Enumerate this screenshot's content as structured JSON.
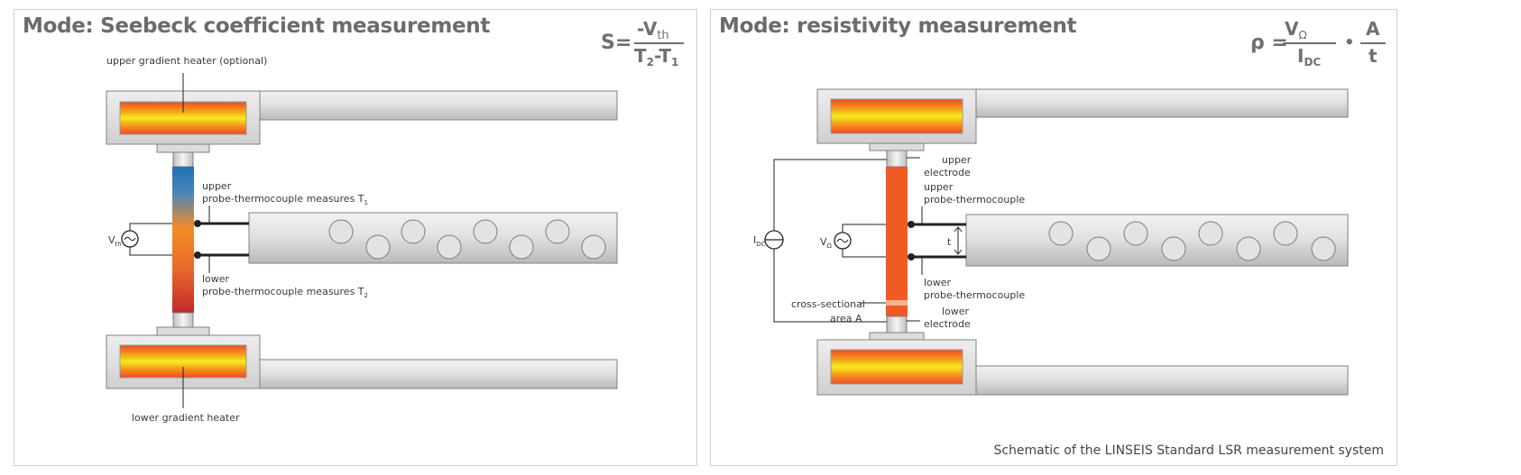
{
  "seebeck": {
    "title": "Mode: Seebeck coefficient measurement",
    "formula": {
      "lhs": "S=",
      "numerator": "-V",
      "numerator_sub": "th",
      "denominator": "T",
      "den_sub1": "2",
      "minus": "-T",
      "den_sub2": "1"
    },
    "labels": {
      "upper_heater": "upper gradient heater (optional)",
      "lower_heater": "lower gradient heater",
      "upper_tc_line1": "upper",
      "upper_tc_line2": "probe-thermocouple measures T",
      "upper_tc_sub": "1",
      "lower_tc_line1": "lower",
      "lower_tc_line2": "probe-thermocouple measures T",
      "lower_tc_sub": "2",
      "voltmeter": "V",
      "voltmeter_sub": "th"
    }
  },
  "resistivity": {
    "title": "Mode: resistivity measurement",
    "formula": {
      "rho": "ρ =",
      "numerator": "V",
      "numerator_sub": "Ω",
      "denominator": "I",
      "denominator_sub": "DC",
      "dot": "•",
      "frac2_num": "A",
      "frac2_den": "t"
    },
    "labels": {
      "upper_electrode_1": "upper",
      "upper_electrode_2": "electrode",
      "upper_tc_1": "upper",
      "upper_tc_2": "probe-thermocouple",
      "lower_tc_1": "lower",
      "lower_tc_2": "probe-thermocouple",
      "cross_section_1": "cross-sectional",
      "cross_section_2": "area A",
      "lower_electrode_1": "lower",
      "lower_electrode_2": "electrode",
      "current_source": "I",
      "current_source_sub": "DC",
      "voltmeter": "V",
      "voltmeter_sub": "Ω",
      "thickness": "t"
    },
    "caption": "Schematic of the LINSEIS Standard LSR measurement system"
  },
  "colors": {
    "heater_hot": "#f4ee1d",
    "heater_mid": "#f39c1c",
    "heater_edge": "#ef4a23",
    "sample_resistivity": "#f15a24",
    "sample_gradient_top": "#1f6fb7",
    "sample_gradient_mid": "#f28c28",
    "sample_gradient_bottom": "#c1272d",
    "bar_gray": "#d6d6d6"
  },
  "icons": [
    "voltmeter-icon",
    "current-source-icon"
  ]
}
